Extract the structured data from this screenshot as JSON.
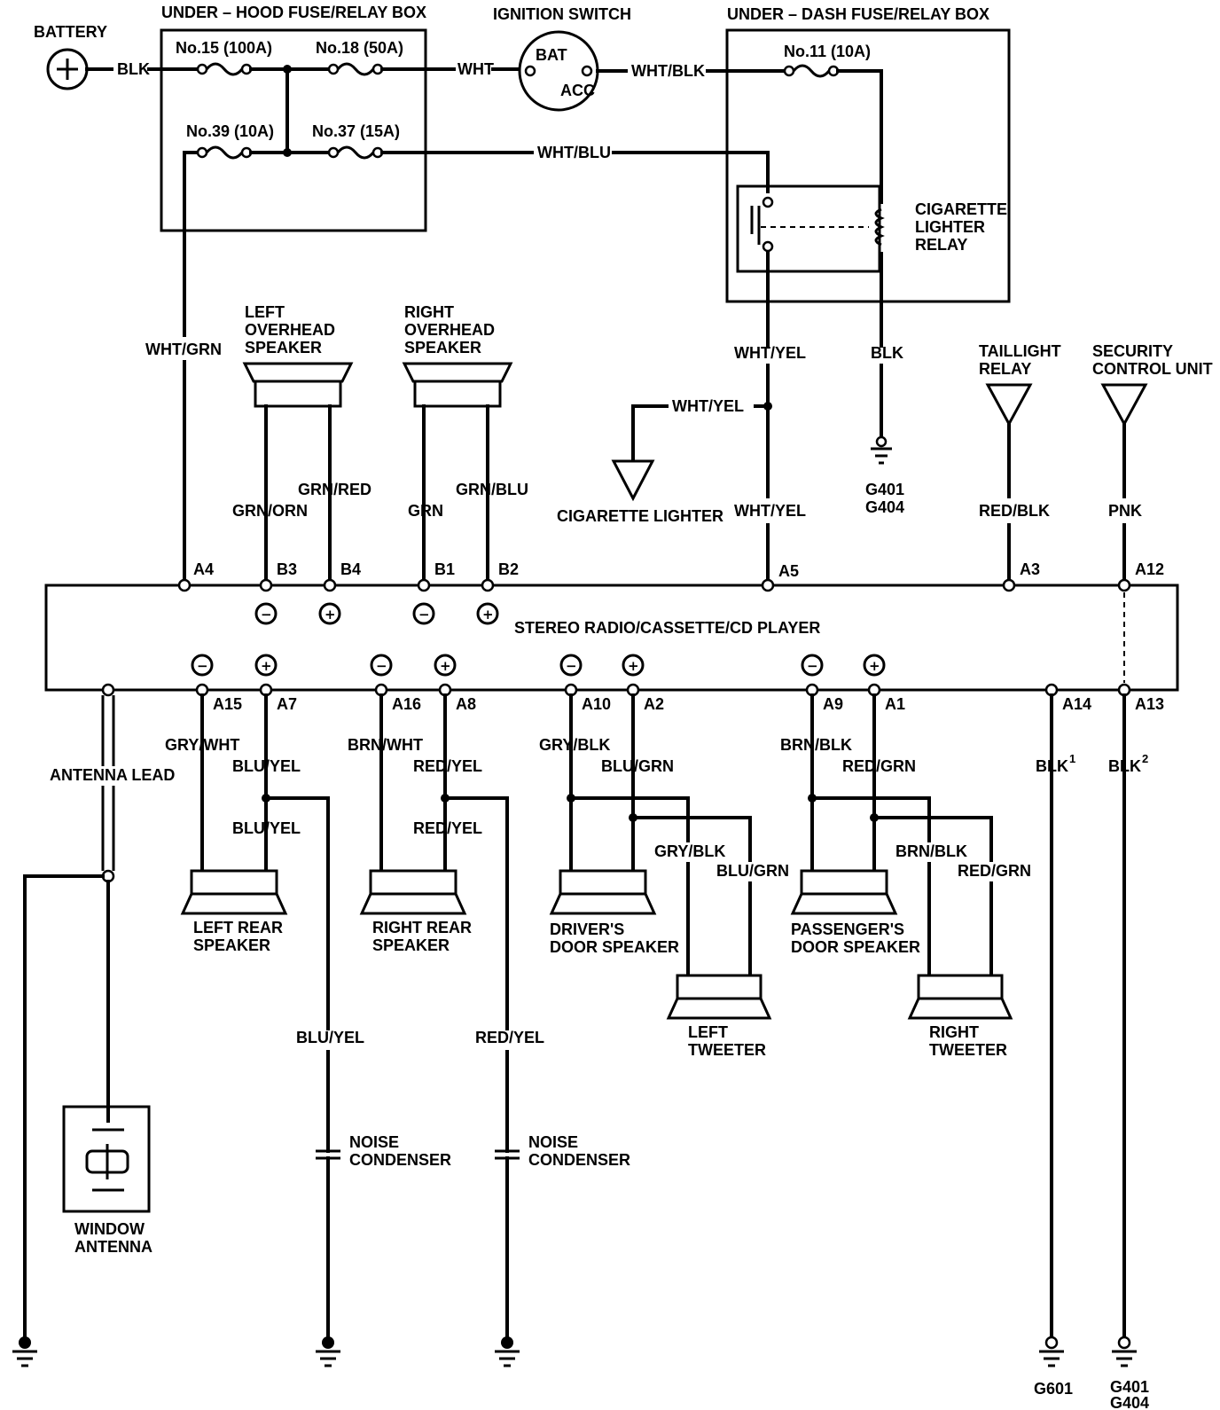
{
  "components": {
    "battery": "BATTERY",
    "underhood_box": "UNDER – HOOD FUSE/RELAY BOX",
    "ignition_switch": "IGNITION SWITCH",
    "underdash_box": "UNDER – DASH FUSE/RELAY BOX",
    "ign_bat": "BAT",
    "ign_acc": "ACC",
    "cig_relay": [
      "CIGARETTE",
      "LIGHTER",
      "RELAY"
    ],
    "left_overhead": [
      "LEFT",
      "OVERHEAD",
      "SPEAKER"
    ],
    "right_overhead": [
      "RIGHT",
      "OVERHEAD",
      "SPEAKER"
    ],
    "taillight_relay": [
      "TAILLIGHT",
      "RELAY"
    ],
    "security_unit": [
      "SECURITY",
      "CONTROL UNIT"
    ],
    "cigarette_lighter": "CIGARETTE LIGHTER",
    "radio": "STEREO RADIO/CASSETTE/CD PLAYER",
    "antenna_lead": "ANTENNA LEAD",
    "window_antenna": [
      "WINDOW",
      "ANTENNA"
    ],
    "left_rear": [
      "LEFT REAR",
      "SPEAKER"
    ],
    "right_rear": [
      "RIGHT REAR",
      "SPEAKER"
    ],
    "drivers_door": [
      "DRIVER'S",
      "DOOR SPEAKER"
    ],
    "passengers_door": [
      "PASSENGER'S",
      "DOOR SPEAKER"
    ],
    "left_tweeter": [
      "LEFT",
      "TWEETER"
    ],
    "right_tweeter": [
      "RIGHT",
      "TWEETER"
    ],
    "noise_condenser": [
      "NOISE",
      "CONDENSER"
    ]
  },
  "fuses": {
    "f15": "No.15 (100A)",
    "f18": "No.18 (50A)",
    "f39": "No.39 (10A)",
    "f37": "No.37 (15A)",
    "f11": "No.11 (10A)"
  },
  "wires": {
    "blk": "BLK",
    "wht": "WHT",
    "wht_blk": "WHT/BLK",
    "wht_blu": "WHT/BLU",
    "wht_grn": "WHT/GRN",
    "grn_orn": "GRN/ORN",
    "grn_red": "GRN/RED",
    "grn": "GRN",
    "grn_blu": "GRN/BLU",
    "wht_yel": "WHT/YEL",
    "red_blk": "RED/BLK",
    "pnk": "PNK",
    "gry_wht": "GRY/WHT",
    "blu_yel": "BLU/YEL",
    "brn_wht": "BRN/WHT",
    "red_yel": "RED/YEL",
    "gry_blk": "GRY/BLK",
    "blu_grn": "BLU/GRN",
    "brn_blk": "BRN/BLK",
    "red_grn": "RED/GRN",
    "blk1": "BLK",
    "blk2": "BLK",
    "sup1": "1",
    "sup2": "2"
  },
  "pins": {
    "a4": "A4",
    "b3": "B3",
    "b4": "B4",
    "b1": "B1",
    "b2": "B2",
    "a5": "A5",
    "a3": "A3",
    "a12": "A12",
    "a15": "A15",
    "a7": "A7",
    "a16": "A16",
    "a8": "A8",
    "a10": "A10",
    "a2": "A2",
    "a9": "A9",
    "a1": "A1",
    "a14": "A14",
    "a13": "A13"
  },
  "grounds": {
    "g401": "G401",
    "g404": "G404",
    "g601": "G601"
  },
  "symbols": {
    "plus": "+",
    "minus": "−"
  }
}
